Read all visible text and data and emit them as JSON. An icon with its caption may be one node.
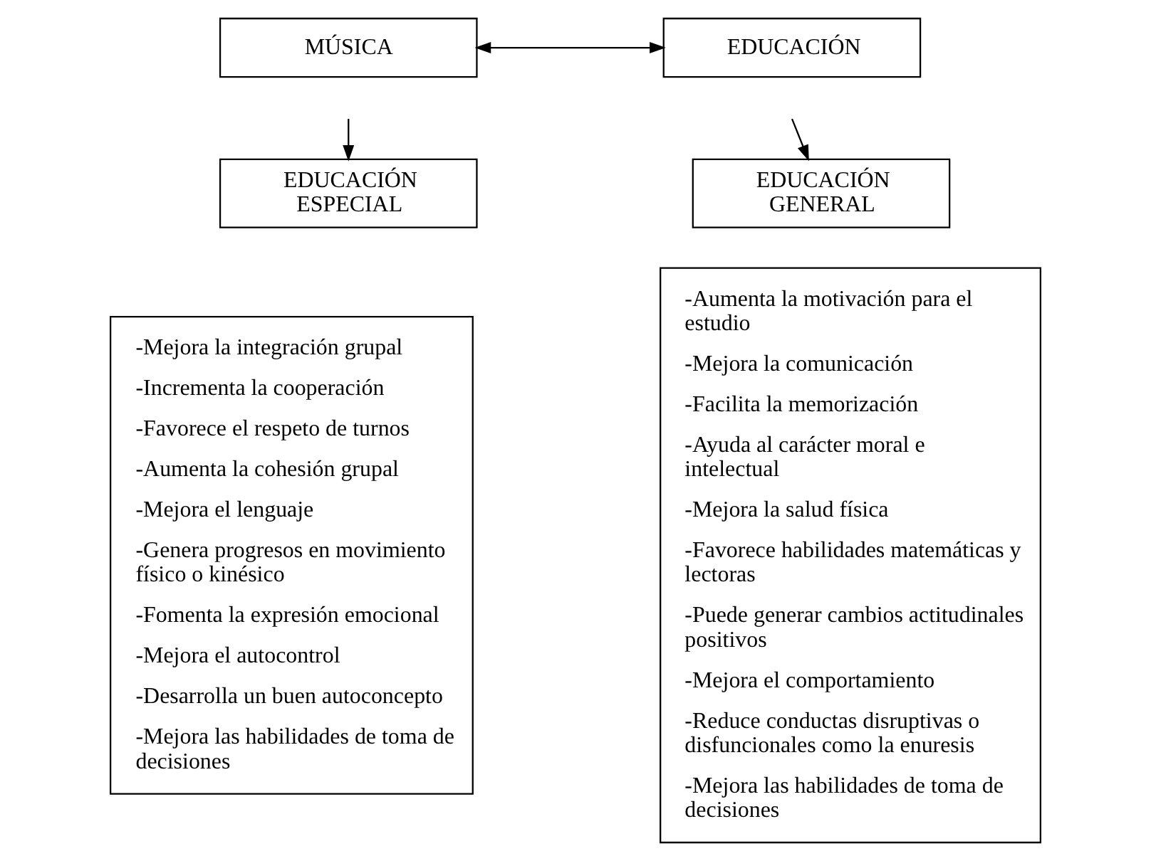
{
  "diagram": {
    "nodes": [
      {
        "text": [
          "MÚSICA"
        ]
      },
      {
        "text": [
          "EDUCACIÓN"
        ]
      },
      {
        "text": [
          "EDUCACIÓN ESPECIAL"
        ]
      },
      {
        "text": [
          "EDUCACIÓN GENERAL"
        ]
      },
      {
        "text": [
          "-Mejora la integración grupal",
          "-Incrementa la cooperación",
          "-Favorece el respeto de turnos",
          "-Aumenta la cohesión grupal",
          "-Mejora el lenguaje",
          "-Genera progresos en movimiento físico o kinésico",
          "-Fomenta la expresión emocional",
          "-Mejora el autocontrol",
          "-Desarrolla un buen autoconcepto",
          "-Mejora las habilidades de toma de decisiones"
        ]
      },
      {
        "text": [
          "-Aumenta la motivación para el estudio",
          "-Mejora la comunicación",
          "-Facilita la memorización",
          "-Ayuda al carácter moral e intelectual",
          "-Mejora la salud física",
          "-Favorece habilidades matemáticas y lectoras",
          "-Puede generar cambios actitudinales positivos",
          "-Mejora el comportamiento",
          "-Reduce conductas disruptivas o disfuncionales como la enuresis",
          "-Mejora las habilidades de toma de decisiones"
        ]
      }
    ],
    "edges": [
      {
        "from": 0,
        "to": 1,
        "arrow": "both"
      },
      {
        "from": null,
        "to": 2,
        "arrow": "to"
      },
      {
        "from": null,
        "to": 3,
        "arrow": "to"
      }
    ]
  }
}
